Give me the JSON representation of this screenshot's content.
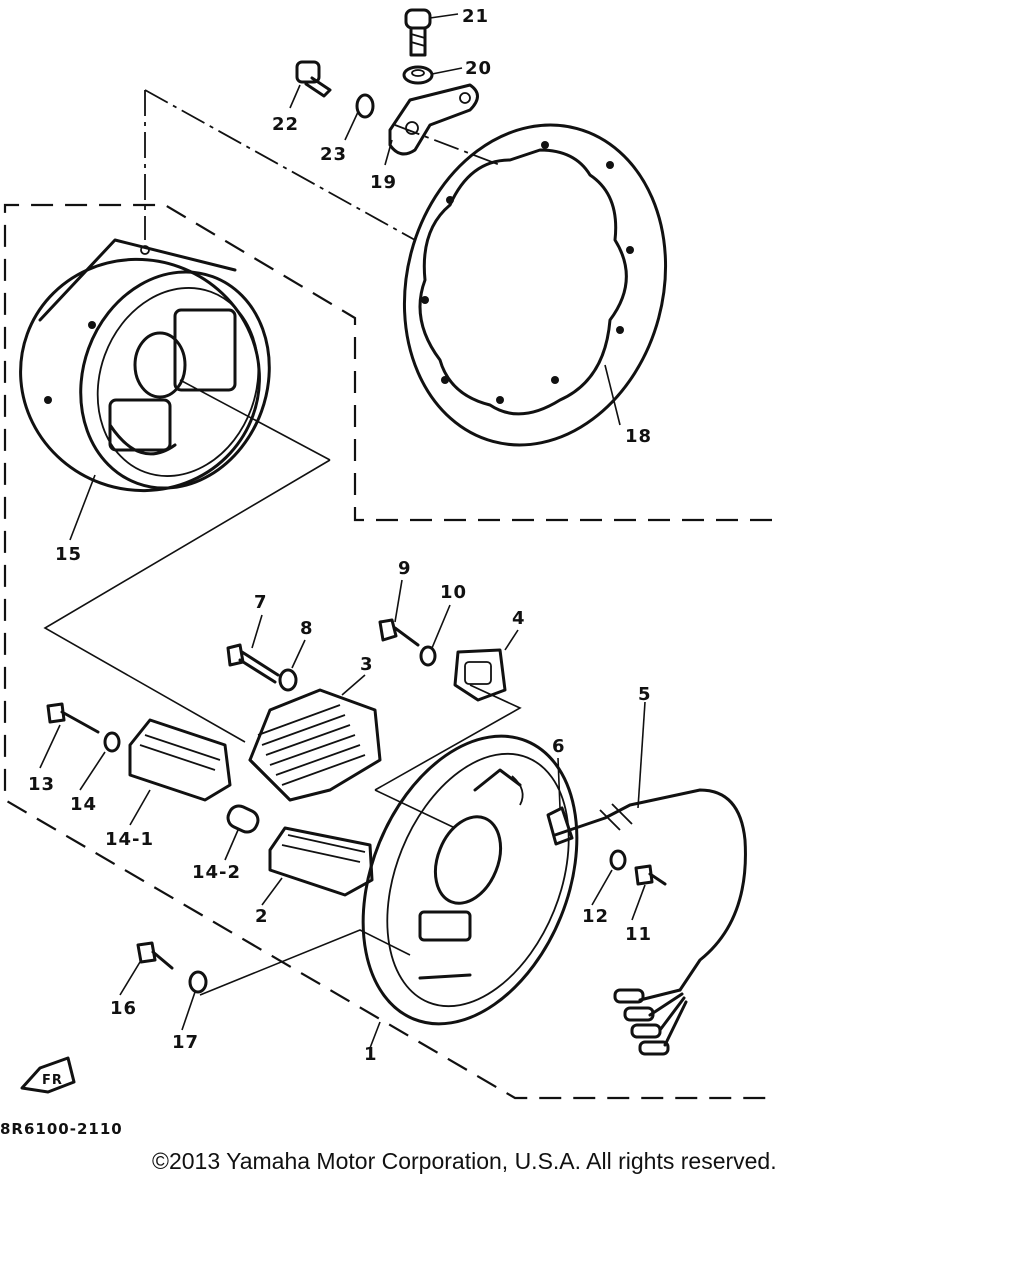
{
  "diagram": {
    "callouts": {
      "c1": "1",
      "c2": "2",
      "c3": "3",
      "c4": "4",
      "c5": "5",
      "c6": "6",
      "c7": "7",
      "c8": "8",
      "c9": "9",
      "c10": "10",
      "c11": "11",
      "c12": "12",
      "c13": "13",
      "c14": "14",
      "c14_1": "14-1",
      "c14_2": "14-2",
      "c15": "15",
      "c16": "16",
      "c17": "17",
      "c18": "18",
      "c19": "19",
      "c20": "20",
      "c21": "21",
      "c22": "22",
      "c23": "23"
    },
    "front_marker": "FR",
    "diagram_code": "8R6100-2110",
    "copyright": "©2013 Yamaha Motor Corporation, U.S.A. All rights reserved."
  },
  "colors": {
    "ink": "#111111",
    "background": "#ffffff"
  }
}
